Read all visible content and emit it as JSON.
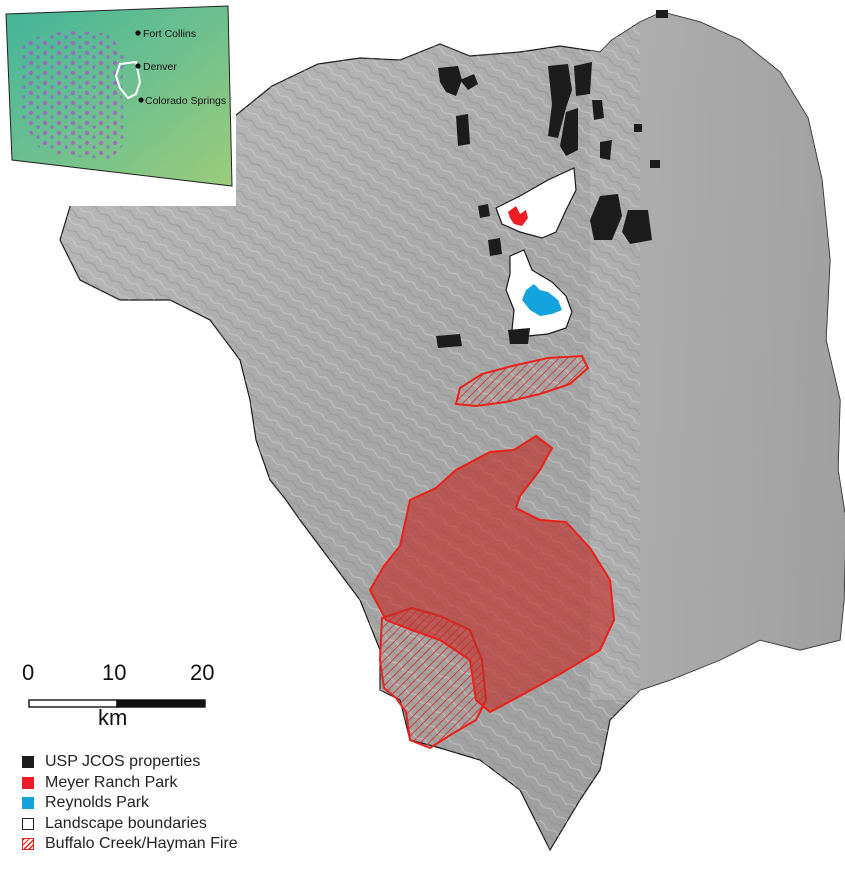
{
  "colors": {
    "background": "#ffffff",
    "terrain": "#a9a9a9",
    "properties": "#1c1c1c",
    "meyer_ranch": "#ee1c25",
    "reynolds": "#14a3df",
    "fire": "#e8211b"
  },
  "inset_map": {
    "cities": [
      {
        "name": "Fort Collins"
      },
      {
        "name": "Denver"
      },
      {
        "name": "Colorado Springs"
      }
    ]
  },
  "scale_bar": {
    "ticks": [
      "0",
      "10",
      "20"
    ],
    "unit": "km"
  },
  "legend": {
    "items": [
      {
        "label": "USP JCOS properties",
        "swatch": "box",
        "color": "#1c1c1c"
      },
      {
        "label": "Meyer Ranch Park",
        "swatch": "fill",
        "color": "#ee1c25"
      },
      {
        "label": "Reynolds Park",
        "swatch": "fill",
        "color": "#14a3df"
      },
      {
        "label": "Landscape boundaries",
        "swatch": "outline",
        "color": "#222222"
      },
      {
        "label": "Buffalo Creek/Hayman Fire",
        "swatch": "hatch",
        "color": "#e8211b"
      }
    ]
  }
}
